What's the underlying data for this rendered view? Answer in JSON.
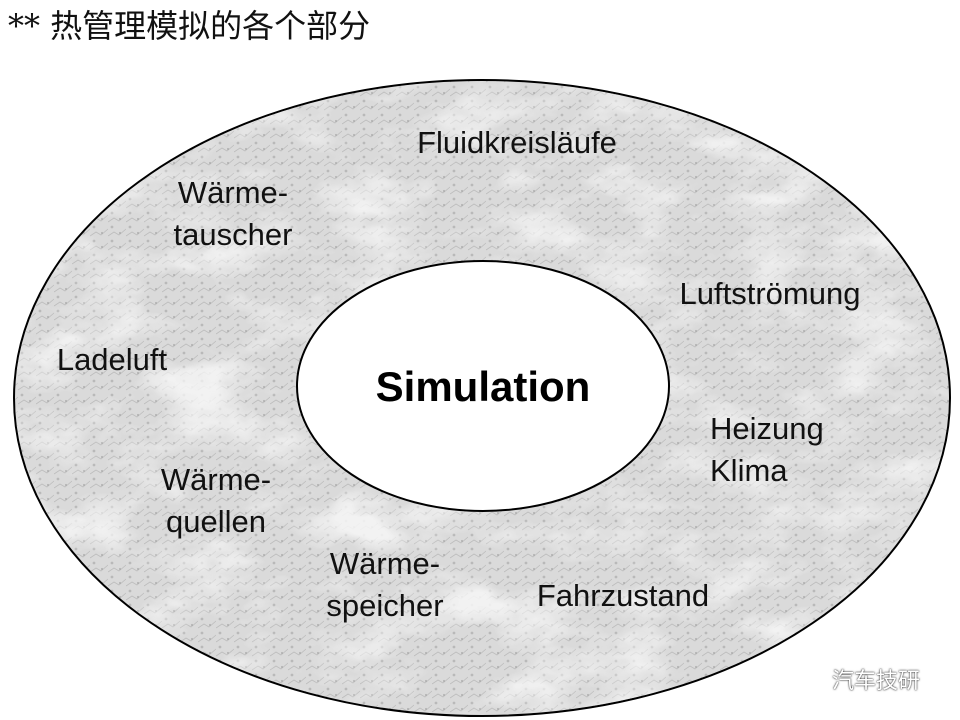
{
  "title": "** 热管理模拟的各个部分",
  "center_label": "Simulation",
  "ring_items": [
    {
      "id": "fluidkreislaeufe",
      "lines": [
        "Fluidkreisläufe"
      ]
    },
    {
      "id": "waermetauscher",
      "lines": [
        "Wärme-",
        "tauscher"
      ]
    },
    {
      "id": "luftstroemung",
      "lines": [
        "Luftströmung"
      ]
    },
    {
      "id": "ladeluft",
      "lines": [
        "Ladeluft"
      ]
    },
    {
      "id": "heizung-klima",
      "lines": [
        "Heizung",
        "Klima"
      ]
    },
    {
      "id": "waermequellen",
      "lines": [
        "Wärme-",
        "quellen"
      ]
    },
    {
      "id": "waermespeicher",
      "lines": [
        "Wärme-",
        "speicher"
      ]
    },
    {
      "id": "fahrzustand",
      "lines": [
        "Fahrzustand"
      ]
    }
  ],
  "watermark": {
    "icon": "wechat-icon",
    "text": "汽车技研"
  },
  "colors": {
    "ring_fill": "#d9d9d9",
    "ring_stroke": "#000000",
    "center_fill": "#ffffff"
  }
}
